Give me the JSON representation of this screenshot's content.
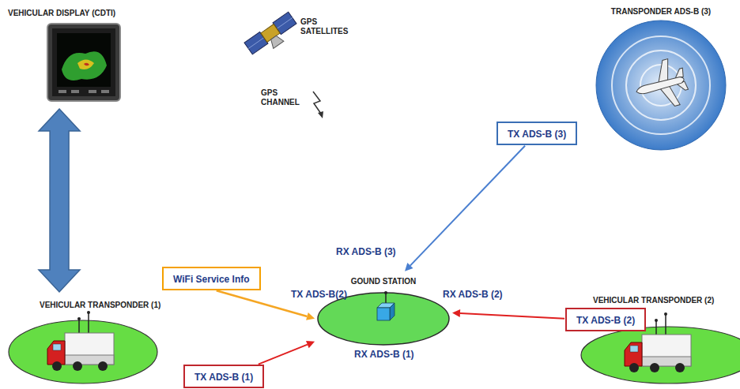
{
  "diagram": {
    "nodes": [
      {
        "text": [
          "VEHICULAR DISPLAY (CDTI)"
        ]
      },
      {
        "text": [
          "TRANSPONDER ADS-B (3)"
        ]
      },
      {
        "text": [
          "TX ADS-B (3)"
        ]
      },
      {
        "text": [
          "GOUND STATION"
        ]
      },
      {
        "text": [
          "WiFi Service Info"
        ]
      },
      {
        "text": [
          "VEHICULAR TRANSPONDER (1)"
        ]
      },
      {
        "text": [
          "VEHICULAR TRANSPONDER (2)"
        ]
      },
      {
        "text": [
          "TX ADS-B (2)"
        ]
      },
      {
        "text": [
          "TX ADS-B (1)"
        ]
      }
    ],
    "edges": [
      {
        "from": 0,
        "to": 5,
        "arrow": "both"
      },
      {
        "from": 2,
        "to": 3,
        "arrow": "to"
      },
      {
        "from": 4,
        "to": 3,
        "arrow": "to"
      },
      {
        "from": 8,
        "to": 3,
        "arrow": "to"
      },
      {
        "from": 7,
        "to": 3,
        "arrow": "to"
      }
    ],
    "labels": [
      "GPS SATELLITES",
      "GPS CHANNEL",
      "RX ADS-B (3)",
      "TX ADS-B(2)",
      "RX ADS-B (2)",
      "RX ADS-B (1)"
    ]
  }
}
